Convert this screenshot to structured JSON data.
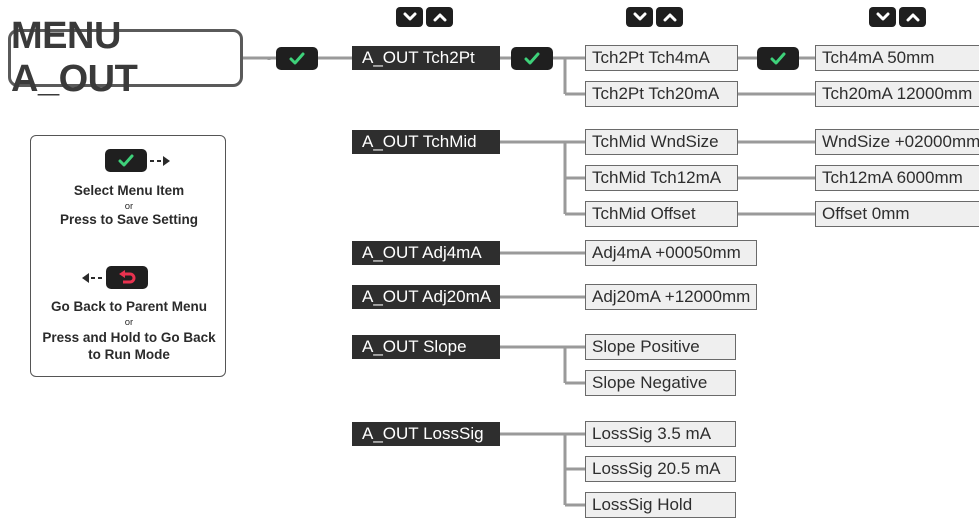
{
  "title": "MENU A_OUT",
  "level1": [
    {
      "label": "A_OUT Tch2Pt"
    },
    {
      "label": "A_OUT TchMid"
    },
    {
      "label": "A_OUT Adj4mA"
    },
    {
      "label": "A_OUT Adj20mA"
    },
    {
      "label": "A_OUT Slope"
    },
    {
      "label": "A_OUT LossSig"
    }
  ],
  "level2": [
    {
      "label": "Tch2Pt Tch4mA"
    },
    {
      "label": "Tch2Pt Tch20mA"
    },
    {
      "label": "TchMid WndSize"
    },
    {
      "label": "TchMid Tch12mA"
    },
    {
      "label": "TchMid Offset"
    },
    {
      "label": "Adj4mA +00050mm"
    },
    {
      "label": "Adj20mA +12000mm"
    },
    {
      "label": "Slope Positive"
    },
    {
      "label": "Slope Negative"
    },
    {
      "label": "LossSig 3.5 mA"
    },
    {
      "label": "LossSig 20.5 mA"
    },
    {
      "label": "LossSig Hold"
    }
  ],
  "level3": [
    {
      "label": "Tch4mA 50mm"
    },
    {
      "label": "Tch20mA 12000mm"
    },
    {
      "label": "WndSize +02000mm"
    },
    {
      "label": "Tch12mA 6000mm"
    },
    {
      "label": "Offset 0mm"
    }
  ],
  "legend": {
    "select_label": "Select Menu Item",
    "or_1": "or",
    "save_label": "Press to Save Setting",
    "back_label": "Go Back to Parent Menu",
    "or_2": "or",
    "hold_label_1": "Press and Hold to Go Back",
    "hold_label_2": "to Run Mode"
  },
  "icons": {
    "check": "check-icon",
    "down": "chevron-down-icon",
    "up": "chevron-up-icon",
    "back": "back-arrow-icon",
    "arrow_right": "dashed-arrow-right-icon",
    "arrow_left": "dashed-arrow-left-icon"
  },
  "colors": {
    "dark_box": "#2e2e2e",
    "light_box": "#efefef",
    "line": "#9a9a9a",
    "check_accent": "#3ed17a",
    "back_accent": "#e8324f"
  }
}
